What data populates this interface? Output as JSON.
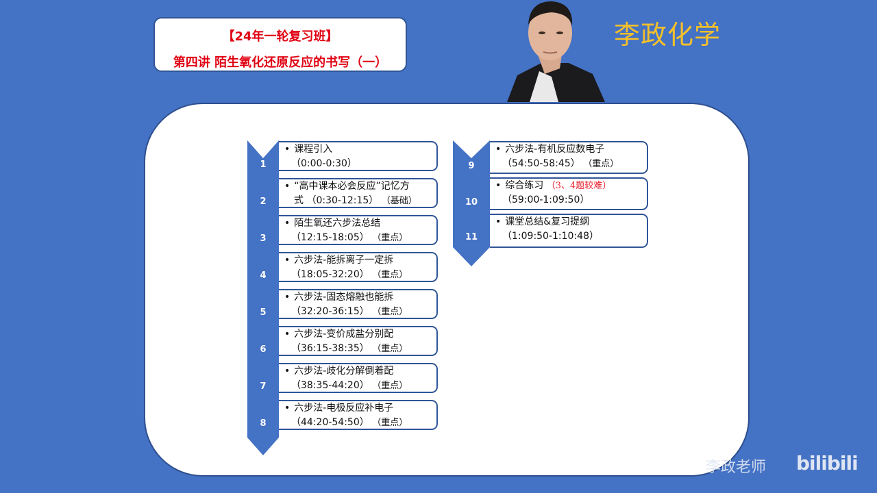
{
  "header": {
    "course": "【24年一轮复习班】",
    "lecture": "第四讲 陌生氧化还原反应的书写（一）",
    "brand": "李政化学"
  },
  "colors": {
    "background": "#4472C4",
    "title_red": "#E00012",
    "brand_yellow": "#F5C02A",
    "chevron_blue": "#4472C4",
    "box_border": "#2F5597",
    "highlight_red": "#E8202E"
  },
  "outline": {
    "left": [
      {
        "num": "1",
        "title": "课程引入",
        "time": "（0:00-0:30）",
        "tag": ""
      },
      {
        "num": "2",
        "title": "“高中课本必会反应”记忆方",
        "time": "式 （0:30-12:15）",
        "tag": "（基础）"
      },
      {
        "num": "3",
        "title": "陌生氧还六步法总结",
        "time": "（12:15-18:05）",
        "tag": "（重点）"
      },
      {
        "num": "4",
        "title": "六步法-能拆离子一定拆",
        "time": "（18:05-32:20）",
        "tag": "（重点）"
      },
      {
        "num": "5",
        "title": "六步法-固态熔融也能拆",
        "time": "（32:20-36:15）",
        "tag": "（重点）"
      },
      {
        "num": "6",
        "title": "六步法-变价成盐分别配",
        "time": "（36:15-38:35）",
        "tag": "（重点）"
      },
      {
        "num": "7",
        "title": "六步法-歧化分解倒着配",
        "time": "（38:35-44:20）",
        "tag": "（重点）"
      },
      {
        "num": "8",
        "title": "六步法-电极反应补电子",
        "time": "（44:20-54:50）",
        "tag": "（重点）"
      }
    ],
    "right": [
      {
        "num": "9",
        "title": "六步法-有机反应数电子",
        "time": "（54:50-58:45）",
        "tag": "（重点）",
        "note": ""
      },
      {
        "num": "10",
        "title": "综合练习",
        "time": "（59:00-1:09:50）",
        "tag": "",
        "note": "（3、4题较难）"
      },
      {
        "num": "11",
        "title": "课堂总结&复习提纲",
        "time": "（1:09:50-1:10:48）",
        "tag": "",
        "note": ""
      }
    ],
    "bullet": "•"
  },
  "watermark": {
    "author": "李政老师",
    "platform": "bilibili"
  }
}
